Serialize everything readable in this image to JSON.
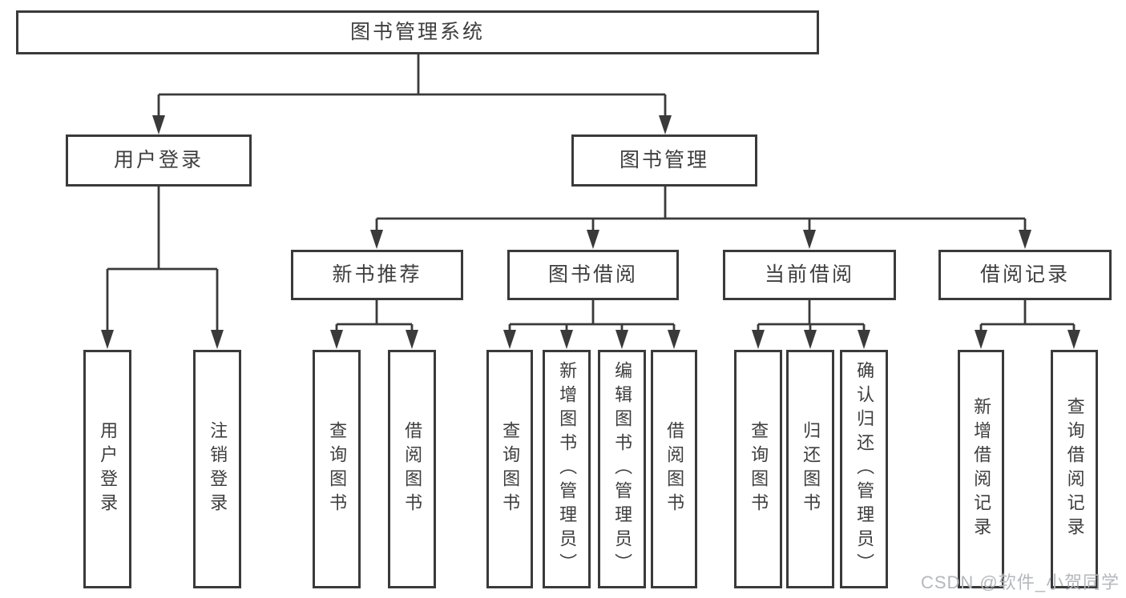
{
  "diagram": {
    "root": {
      "label": "图书管理系统"
    },
    "level2": [
      {
        "label": "用户登录"
      },
      {
        "label": "图书管理"
      }
    ],
    "level3": [
      {
        "label": "新书推荐"
      },
      {
        "label": "图书借阅"
      },
      {
        "label": "当前借阅"
      },
      {
        "label": "借阅记录"
      }
    ],
    "leaves": [
      {
        "label": "用户登录",
        "parent": "用户登录"
      },
      {
        "label": "注销登录",
        "parent": "用户登录"
      },
      {
        "label": "查询图书",
        "parent": "新书推荐"
      },
      {
        "label": "借阅图书",
        "parent": "新书推荐"
      },
      {
        "label": "查询图书",
        "parent": "图书借阅"
      },
      {
        "label": "新增图书（管理员）",
        "parent": "图书借阅"
      },
      {
        "label": "编辑图书（管理员）",
        "parent": "图书借阅"
      },
      {
        "label": "借阅图书",
        "parent": "图书借阅"
      },
      {
        "label": "查询图书",
        "parent": "当前借阅"
      },
      {
        "label": "归还图书",
        "parent": "当前借阅"
      },
      {
        "label": "确认归还（管理员）",
        "parent": "当前借阅"
      },
      {
        "label": "新增借阅记录",
        "parent": "借阅记录"
      },
      {
        "label": "查询借阅记录",
        "parent": "借阅记录"
      }
    ],
    "colors": {
      "line": "#3a3a3a",
      "box_border": "#3a3a3a",
      "box_fill": "#ffffff",
      "text": "#3e3e3e"
    }
  },
  "watermark": {
    "text": "CSDN @软件_小贺同学",
    "color": "#b4b8bd"
  }
}
